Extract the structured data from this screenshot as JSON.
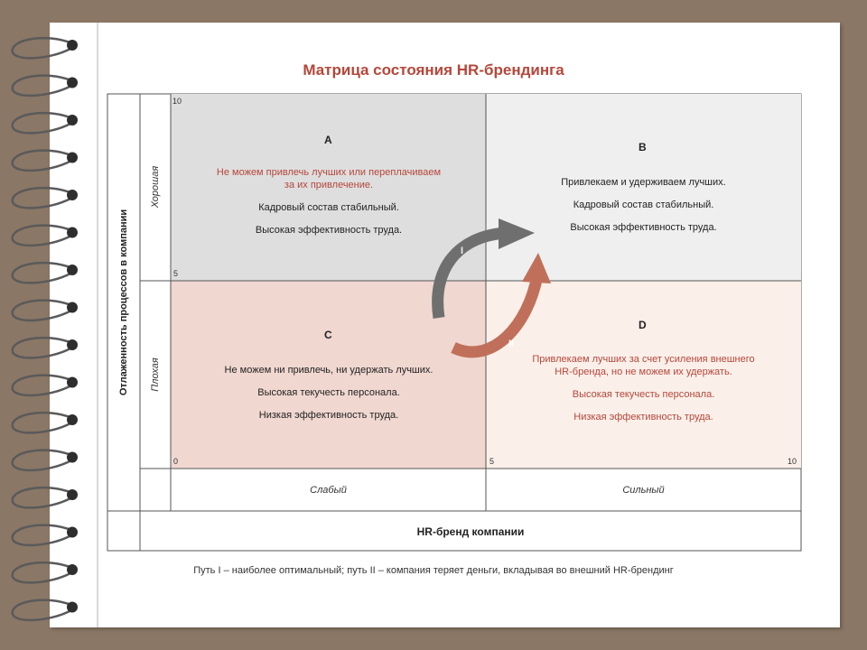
{
  "title": "Матрица состояния HR-брендинга",
  "y_axis": {
    "label": "Отлаженность процессов в компании",
    "good": "Хорошая",
    "bad": "Плохая"
  },
  "x_axis": {
    "label": "HR-бренд компании",
    "weak": "Слабый",
    "strong": "Сильный"
  },
  "ticks": {
    "y_top": "10",
    "y_mid": "5",
    "origin": "0",
    "x_mid": "5",
    "x_right": "10"
  },
  "quadrants": {
    "a": {
      "letter": "A",
      "line1": "Не можем привлечь лучших или переплачиваем",
      "line2": "за их привлечение.",
      "line3": "Кадровый состав стабильный.",
      "line4": "Высокая эффективность труда."
    },
    "b": {
      "letter": "B",
      "line1": "Привлекаем и удерживаем лучших.",
      "line2": "Кадровый состав стабильный.",
      "line3": "Высокая эффективность труда."
    },
    "c": {
      "letter": "C",
      "line1": "Не можем ни привлечь, ни удержать лучших.",
      "line2": "Высокая текучесть персонала.",
      "line3": "Низкая эффективность труда."
    },
    "d": {
      "letter": "D",
      "line1": "Привлекаем лучших за счет усиления внешнего",
      "line2": "HR-бренда, но не можем их удержать.",
      "line3": "Высокая текучесть персонала.",
      "line4": "Низкая эффективность труда."
    }
  },
  "paths": {
    "path1": "I",
    "path2": "II"
  },
  "caption": "Путь I – наиболее оптимальный; путь II – компания теряет деньги, вкладывая во внешний HR-брендинг",
  "colors": {
    "quadrant_a": "#dedede",
    "quadrant_b": "#efefef",
    "quadrant_c": "#f0d7d0",
    "quadrant_d": "#faefe9",
    "arrow_gray": "#6f6f6f",
    "arrow_red": "#c0705a",
    "accent_red": "#b5473a"
  }
}
